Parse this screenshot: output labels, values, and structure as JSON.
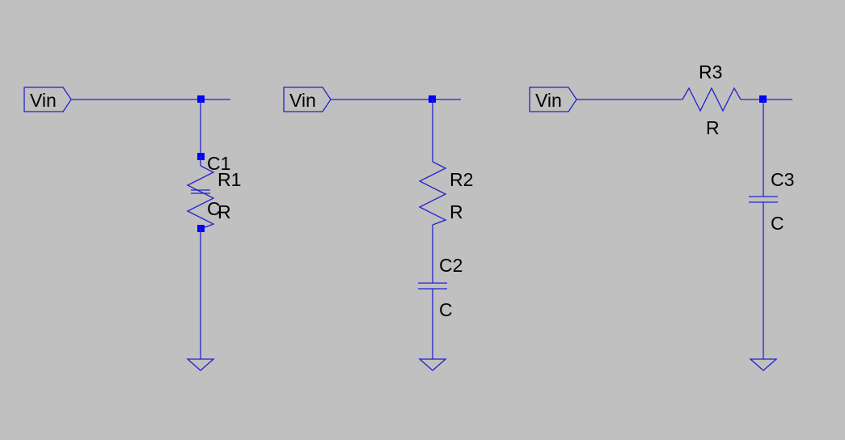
{
  "colors": {
    "background": "#c0c0c0",
    "wire": "#2222cc",
    "junction": "#0000ff",
    "text": "#000000"
  },
  "circuits": [
    {
      "port": "Vin",
      "resistor": {
        "name": "R1",
        "value": "R"
      },
      "capacitor": {
        "name": "C1",
        "value": "C"
      }
    },
    {
      "port": "Vin",
      "resistor": {
        "name": "R2",
        "value": "R"
      },
      "capacitor": {
        "name": "C2",
        "value": "C"
      }
    },
    {
      "port": "Vin",
      "resistor": {
        "name": "R3",
        "value": "R"
      },
      "capacitor": {
        "name": "C3",
        "value": "C"
      }
    }
  ]
}
